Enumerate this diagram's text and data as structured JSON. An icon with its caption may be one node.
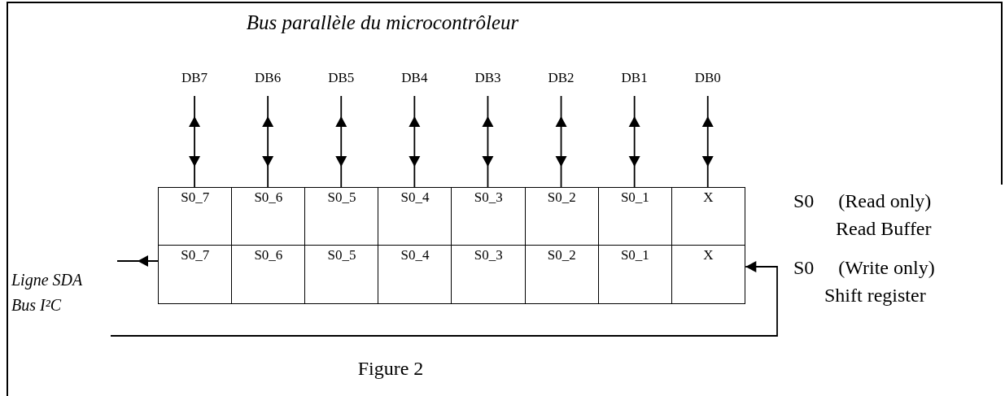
{
  "diagram": {
    "title": "Bus parallèle du microcontrôleur",
    "caption": "Figure 2",
    "nodes": [
      {
        "text": [
          "DB7"
        ]
      },
      {
        "text": [
          "DB6"
        ]
      },
      {
        "text": [
          "DB5"
        ]
      },
      {
        "text": [
          "DB4"
        ]
      },
      {
        "text": [
          "DB3"
        ]
      },
      {
        "text": [
          "DB2"
        ]
      },
      {
        "text": [
          "DB1"
        ]
      },
      {
        "text": [
          "DB0"
        ]
      },
      {
        "text": [
          "S0_7"
        ]
      },
      {
        "text": [
          "S0_6"
        ]
      },
      {
        "text": [
          "S0_5"
        ]
      },
      {
        "text": [
          "S0_4"
        ]
      },
      {
        "text": [
          "S0_3"
        ]
      },
      {
        "text": [
          "S0_2"
        ]
      },
      {
        "text": [
          "S0_1"
        ]
      },
      {
        "text": [
          "X"
        ]
      },
      {
        "text": [
          "S0_7"
        ]
      },
      {
        "text": [
          "S0_6"
        ]
      },
      {
        "text": [
          "S0_5"
        ]
      },
      {
        "text": [
          "S0_4"
        ]
      },
      {
        "text": [
          "S0_3"
        ]
      },
      {
        "text": [
          "S0_2"
        ]
      },
      {
        "text": [
          "S0_1"
        ]
      },
      {
        "text": [
          "X"
        ]
      }
    ],
    "edges": [
      {
        "from": 0,
        "to": 8,
        "arrow": "both"
      },
      {
        "from": 1,
        "to": 9,
        "arrow": "both"
      },
      {
        "from": 2,
        "to": 10,
        "arrow": "both"
      },
      {
        "from": 3,
        "to": 11,
        "arrow": "both"
      },
      {
        "from": 4,
        "to": 12,
        "arrow": "both"
      },
      {
        "from": 5,
        "to": 13,
        "arrow": "both"
      },
      {
        "from": 6,
        "to": 14,
        "arrow": "both"
      },
      {
        "from": 7,
        "to": 15,
        "arrow": "both"
      },
      {
        "from": 16,
        "to": null,
        "arrow": "to"
      },
      {
        "from": null,
        "to": 23,
        "arrow": "to"
      }
    ],
    "labels": [
      "S0 (Read only)",
      "Read Buffer",
      "S0 (Write only)",
      "Shift register",
      "Ligne SDA",
      "Bus I²C"
    ]
  }
}
